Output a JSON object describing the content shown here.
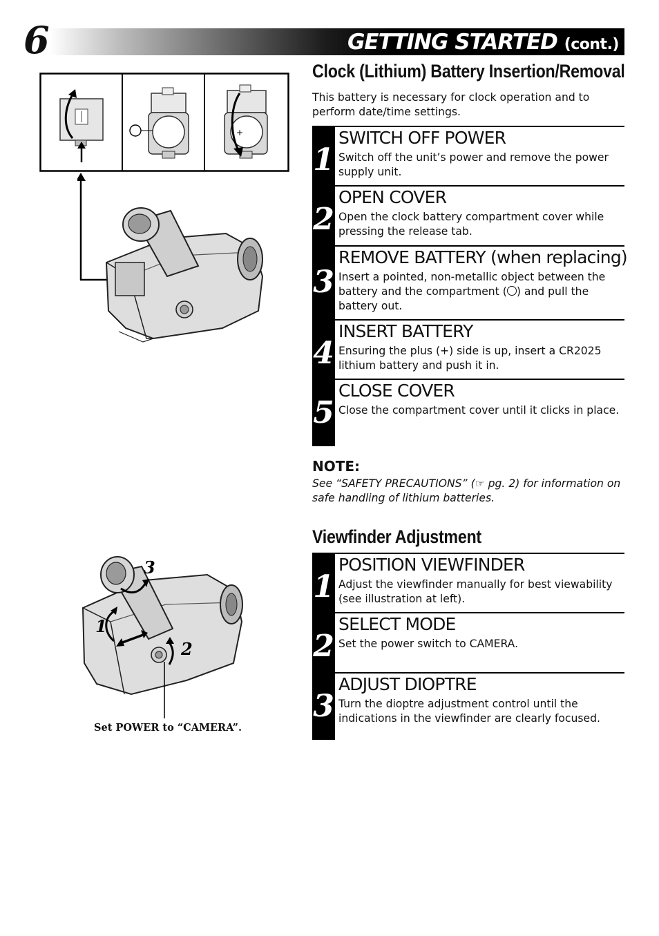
{
  "header": {
    "page_number": "6",
    "title": "GETTING STARTED",
    "title_suffix": "(cont.)"
  },
  "battery_section": {
    "title": "Clock (Lithium) Battery Insertion/Removal",
    "intro": "This battery is necessary for clock operation and to perform date/time settings.",
    "steps": [
      {
        "number": "1",
        "title": "SWITCH OFF POWER",
        "text": "Switch off the unit’s power and remove the power supply unit."
      },
      {
        "number": "2",
        "title": "OPEN COVER",
        "text": "Open the clock battery compartment cover while pressing the release tab."
      },
      {
        "number": "3",
        "title": "REMOVE BATTERY (when replacing)",
        "text_before": "Insert a pointed, non-metallic object between the battery and the compartment (",
        "text_after": ") and pull the battery out."
      },
      {
        "number": "4",
        "title": "INSERT BATTERY",
        "text": "Ensuring the plus (+) side is up, insert a CR2025 lithium battery and push it in."
      },
      {
        "number": "5",
        "title": "CLOSE COVER",
        "text": "Close the compartment cover until it clicks in place."
      }
    ],
    "note_label": "NOTE:",
    "note_text": "See “SAFETY PRECAUTIONS” (☞ pg. 2) for information on safe handling of lithium batteries."
  },
  "viewfinder_section": {
    "title": "Viewfinder Adjustment",
    "steps": [
      {
        "number": "1",
        "title": "POSITION VIEWFINDER",
        "text": "Adjust the viewfinder manually for best viewability (see illustration at left)."
      },
      {
        "number": "2",
        "title": "SELECT MODE",
        "text": "Set the power switch to CAMERA."
      },
      {
        "number": "3",
        "title": "ADJUST DIOPTRE",
        "text": "Turn the dioptre adjustment control until the indications in the viewfinder are clearly focused."
      }
    ]
  },
  "illustration_callouts": {
    "label_1": "1",
    "label_2": "2",
    "label_3": "3",
    "battery_plus": "+",
    "caption": "Set POWER to “CAMERA”."
  }
}
